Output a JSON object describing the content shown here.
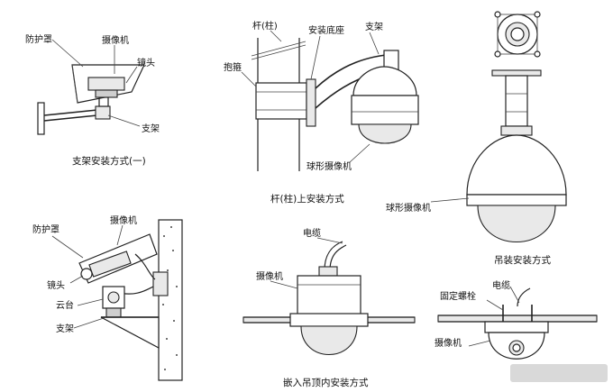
{
  "labels": {
    "p1_shield": "防护罩",
    "p1_camera": "摄像机",
    "p1_lens": "镜头",
    "p1_bracket": "支架",
    "p1_caption": "支架安装方式(一)",
    "p2_pole": "杆(柱)",
    "p2_base": "安装底座",
    "p2_bracket": "支架",
    "p2_hoop": "抱箍",
    "p2_dome": "球形摄像机",
    "p2_caption": "杆(柱)上安装方式",
    "p3_dome": "球形摄像机",
    "p3_caption": "吊装安装方式",
    "p4_shield": "防护罩",
    "p4_camera": "摄像机",
    "p4_lens": "镜头",
    "p4_pantilt": "云台",
    "p4_bracket": "支架",
    "p5_cable": "电缆",
    "p5_camera": "摄像机",
    "p5_caption": "嵌入吊顶内安装方式",
    "p6_cable": "电缆",
    "p6_bolt": "固定螺栓",
    "p6_camera": "摄像机"
  }
}
